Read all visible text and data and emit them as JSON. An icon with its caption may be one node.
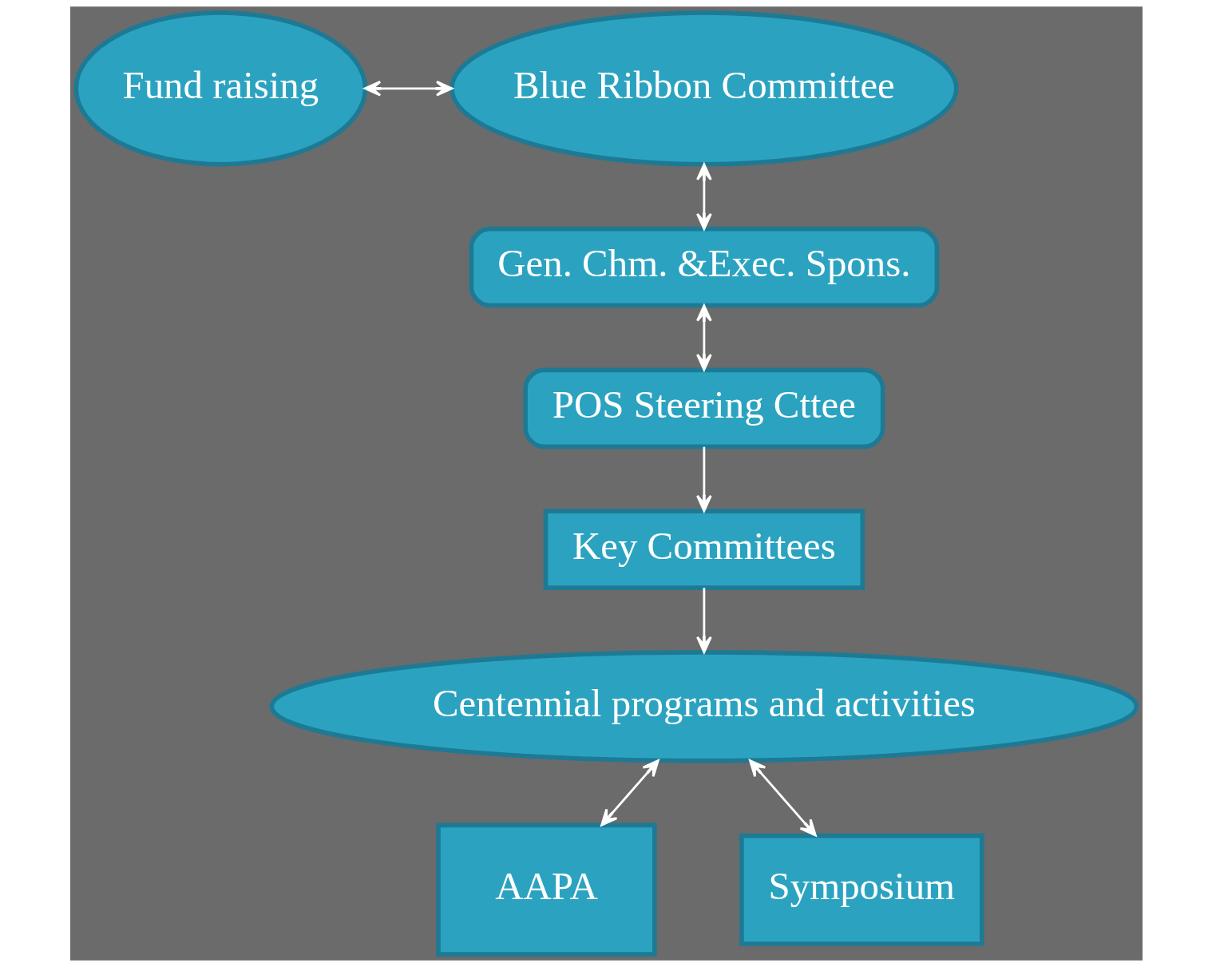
{
  "diagram": {
    "nodes": [
      {
        "text": [
          "Fund raising"
        ]
      },
      {
        "text": [
          "Blue Ribbon Committee"
        ]
      },
      {
        "text": [
          "Gen. Chm. &Exec. Spons."
        ]
      },
      {
        "text": [
          "POS Steering Cttee"
        ]
      },
      {
        "text": [
          "Key Committees"
        ]
      },
      {
        "text": [
          "Centennial programs and activities"
        ]
      },
      {
        "text": [
          "AAPA"
        ]
      },
      {
        "text": [
          "Symposium"
        ]
      }
    ],
    "edges": [
      {
        "from": 0,
        "to": 1,
        "arrow": "both"
      },
      {
        "from": 1,
        "to": 2,
        "arrow": "both"
      },
      {
        "from": 2,
        "to": 3,
        "arrow": "both"
      },
      {
        "from": 3,
        "to": 4,
        "arrow": "to"
      },
      {
        "from": 4,
        "to": 5,
        "arrow": "to"
      },
      {
        "from": 5,
        "to": 6,
        "arrow": "both"
      },
      {
        "from": 5,
        "to": 7,
        "arrow": "both"
      }
    ]
  }
}
